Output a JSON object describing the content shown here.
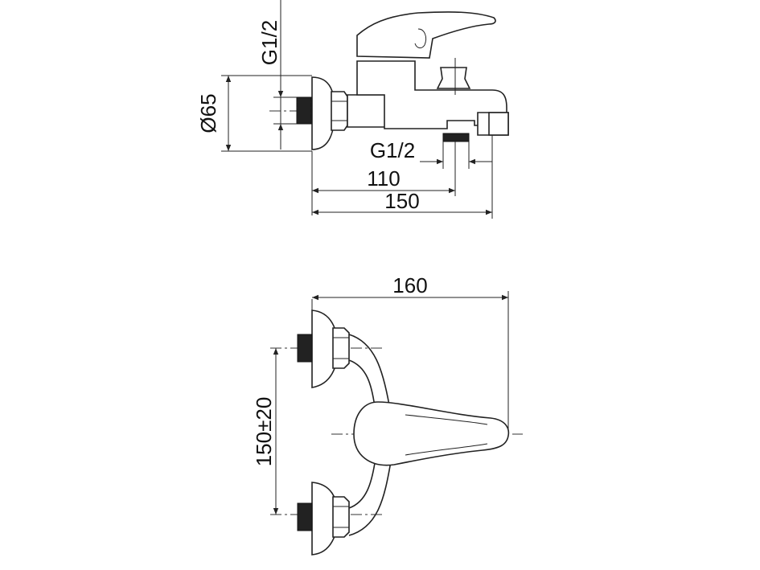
{
  "side_view": {
    "dims": {
      "diameter": "Ø65",
      "inlet_thread": "G1/2",
      "outlet_thread": "G1/2",
      "spout_length": "110",
      "total_length": "150"
    }
  },
  "top_view": {
    "dims": {
      "width": "160",
      "inlet_spacing": "150±20"
    }
  }
}
